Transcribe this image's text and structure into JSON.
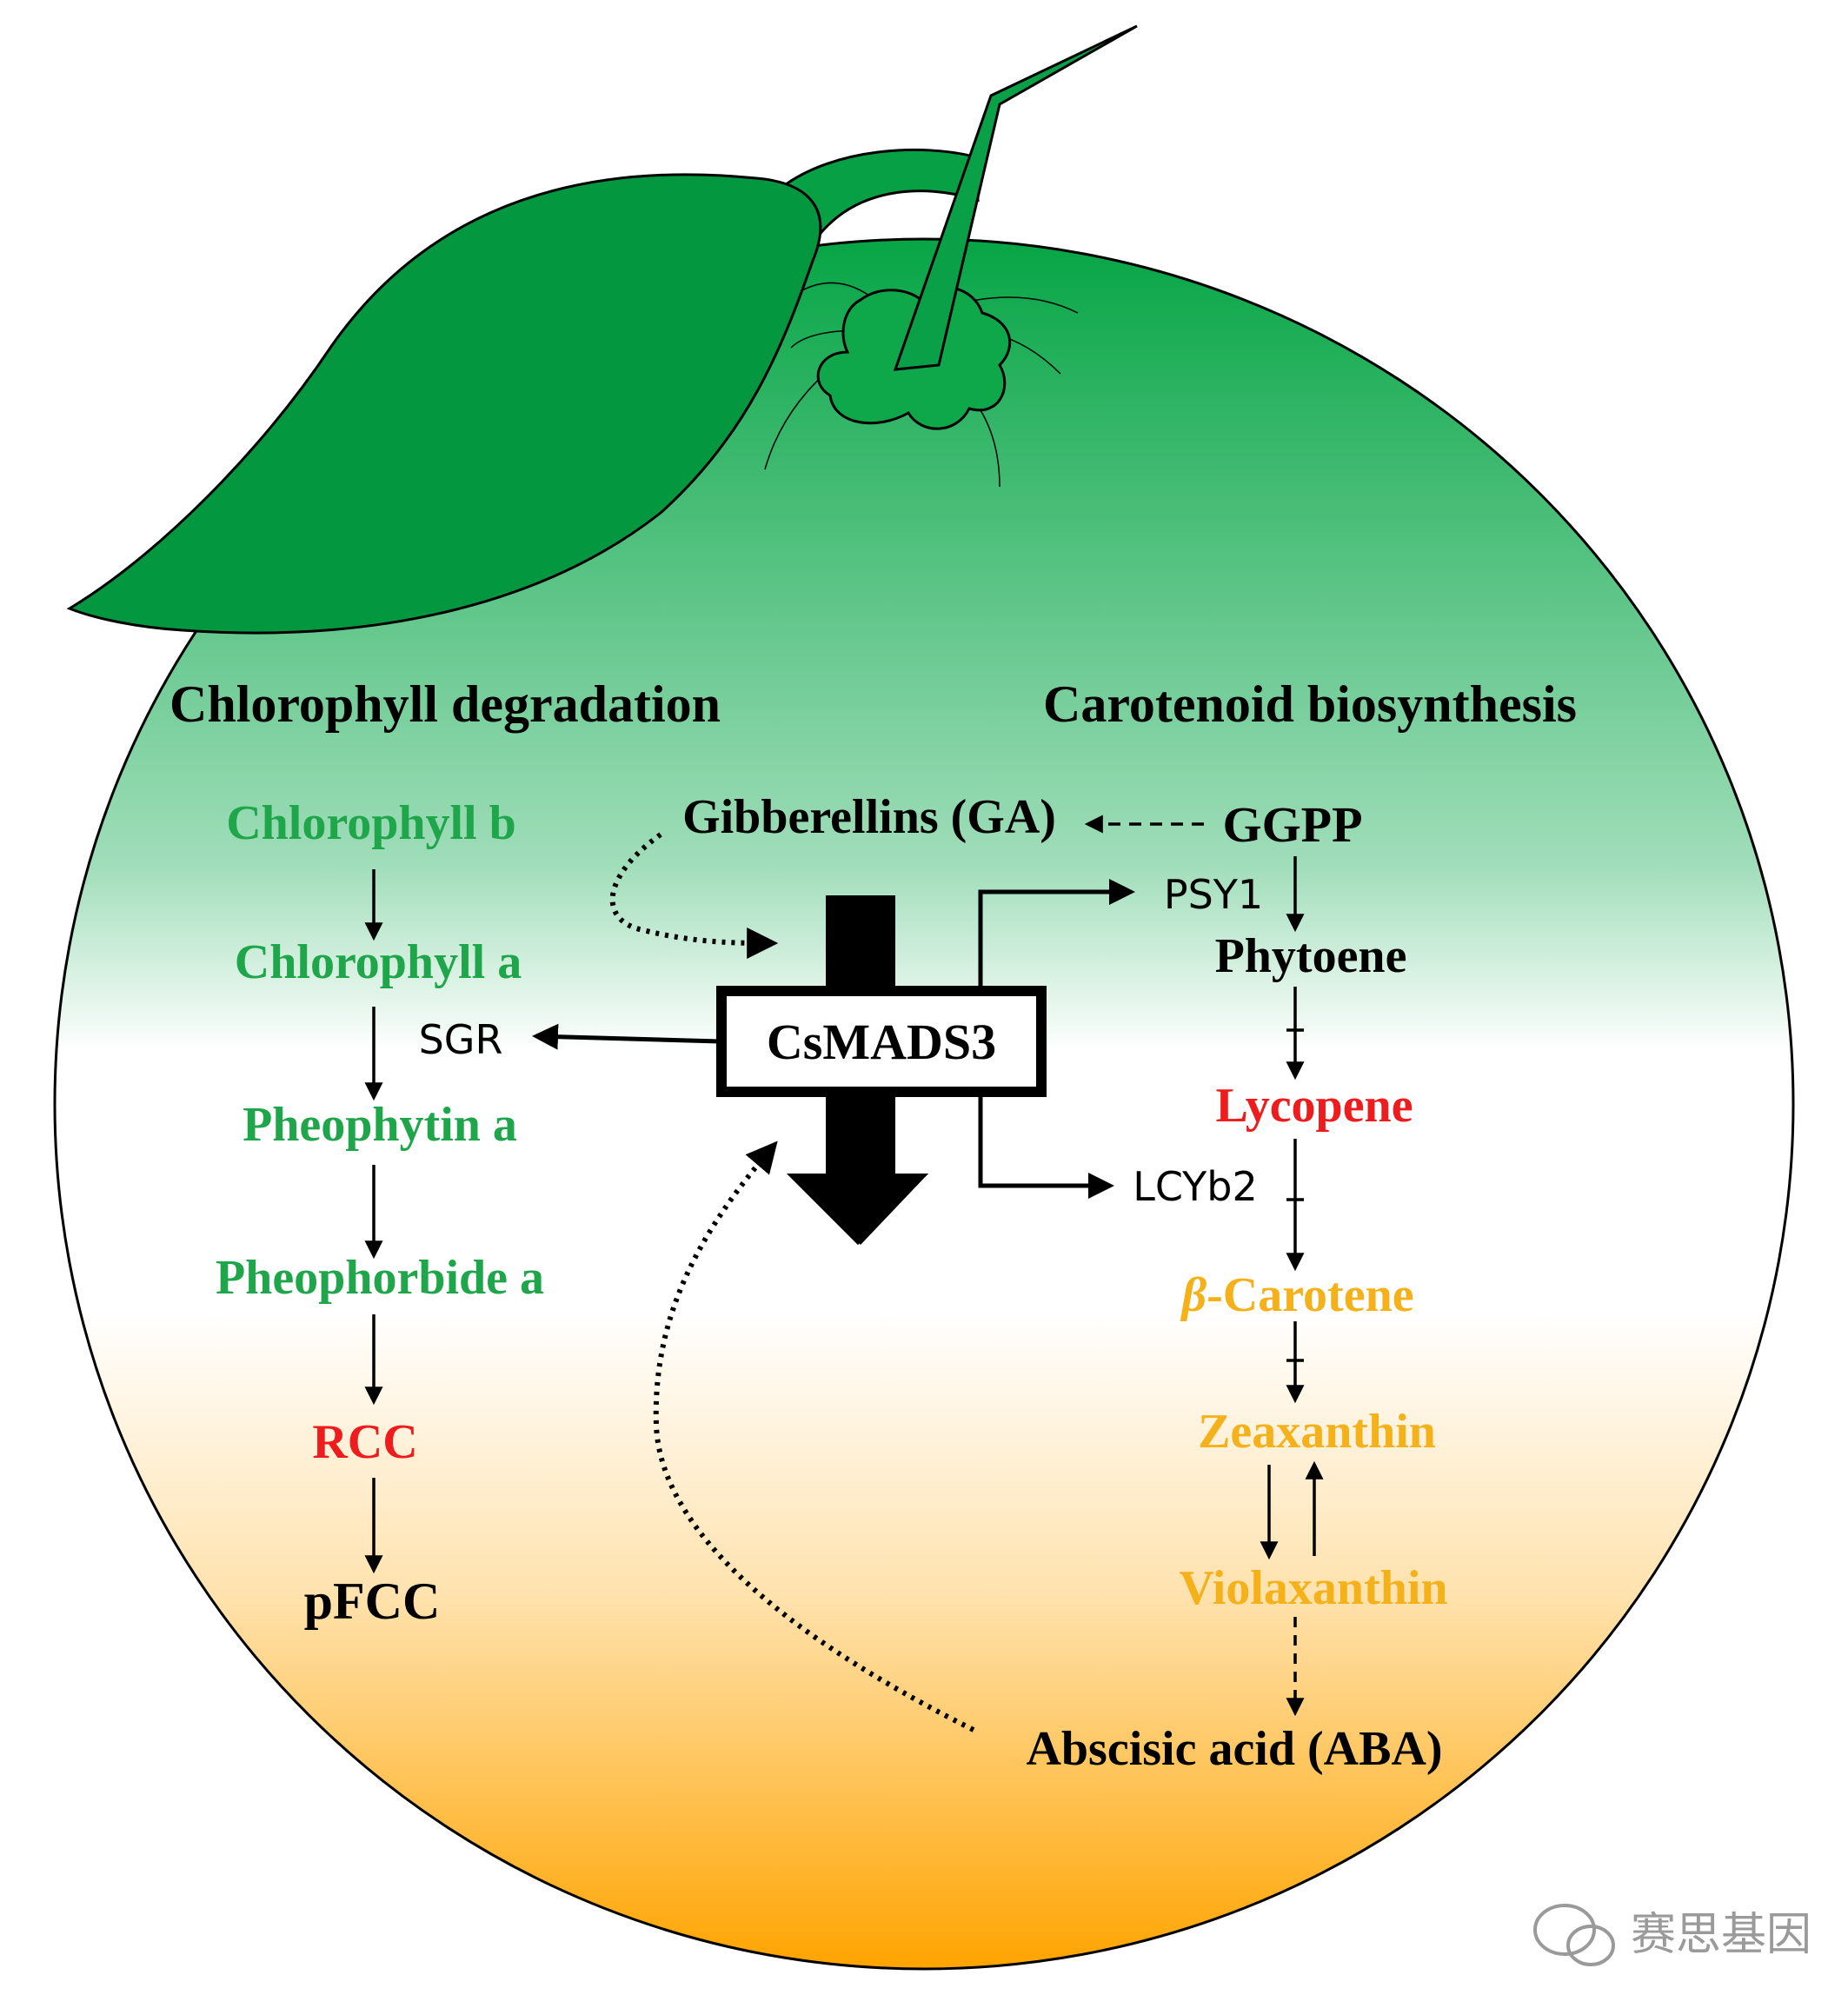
{
  "colors": {
    "green_text": "#1fa64a",
    "red_text": "#ee1c1c",
    "yellow_text": "#f5b11a",
    "black_text": "#000000",
    "leaf_fill": "#03973f",
    "stem_fill": "#0aa048",
    "gradient_top": "#06a545",
    "gradient_mid": "#ffffff",
    "gradient_bottom": "#ffa400"
  },
  "headings": {
    "left": "Chlorophyll degradation",
    "right": "Carotenoid biosynthesis"
  },
  "chlorophyll_pathway": [
    {
      "label": "Chlorophyll b",
      "color": "green"
    },
    {
      "label": "Chlorophyll a",
      "color": "green"
    },
    {
      "label": "Pheophytin a",
      "color": "green"
    },
    {
      "label": "Pheophorbide a",
      "color": "green"
    },
    {
      "label": "RCC",
      "color": "red"
    },
    {
      "label": "pFCC",
      "color": "black"
    }
  ],
  "carotenoid_pathway": [
    {
      "label": "GGPP",
      "color": "black"
    },
    {
      "label": "Phytoene",
      "color": "black"
    },
    {
      "label": "Lycopene",
      "color": "red"
    },
    {
      "label": "-Carotene",
      "prefix": "β",
      "color": "yellow"
    },
    {
      "label": "Zeaxanthin",
      "color": "yellow"
    },
    {
      "label": "Violaxanthin",
      "color": "yellow"
    },
    {
      "label": "Abscisic acid (ABA)",
      "color": "black"
    }
  ],
  "regulators": {
    "center": "CsMADS3",
    "ga": "Gibberellins (GA)",
    "sgr": "SGR",
    "psy1": "PSY1",
    "lcyb2": "LCYb2"
  },
  "watermark": "赛思基因"
}
